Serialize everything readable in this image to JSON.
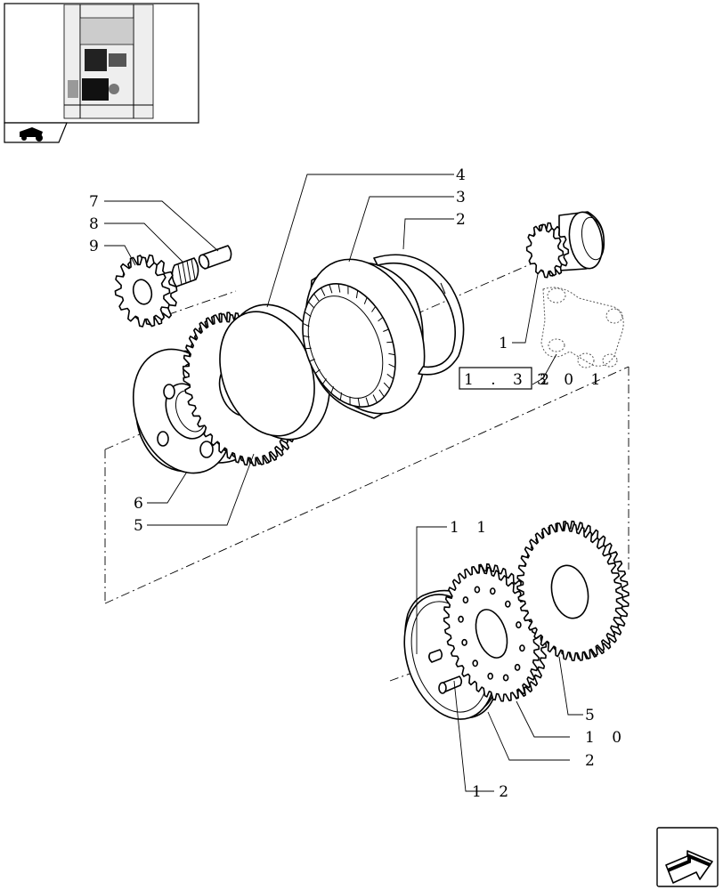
{
  "callouts": {
    "c1": "1",
    "c2a": "2",
    "c2b": "2",
    "c3": "3",
    "c4": "4",
    "c5a": "5",
    "c5b": "5",
    "c6": "6",
    "c7": "7",
    "c8": "8",
    "c9": "9",
    "c10": "1 0",
    "c11": "1 1",
    "c12": "1 2"
  },
  "reference": {
    "box": "1 . 3 2",
    "suffix": "3   0 1"
  },
  "icons": {
    "thumbnail": "tractor-location-thumbnail",
    "next": "next-page-arrow-icon"
  }
}
